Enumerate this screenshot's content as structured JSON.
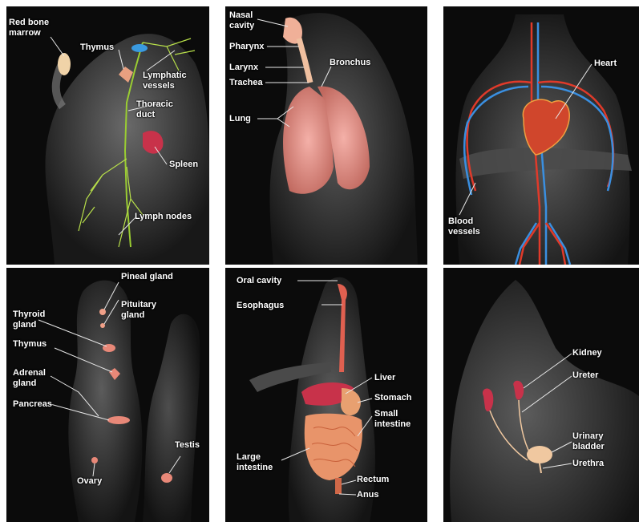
{
  "panels": {
    "lymphatic": {
      "labels": {
        "red_bone_marrow": "Red bone\nmarrow",
        "thymus": "Thymus",
        "lymphatic_vessels": "Lymphatic\nvessels",
        "thoracic_duct": "Thoracic\nduct",
        "spleen": "Spleen",
        "lymph_nodes": "Lymph nodes"
      }
    },
    "respiratory": {
      "labels": {
        "nasal_cavity": "Nasal\ncavity",
        "pharynx": "Pharynx",
        "larynx": "Larynx",
        "bronchus": "Bronchus",
        "trachea": "Trachea",
        "lung": "Lung"
      }
    },
    "cardiovascular": {
      "labels": {
        "heart": "Heart",
        "blood_vessels": "Blood\nvessels"
      }
    },
    "endocrine": {
      "labels": {
        "pineal_gland": "Pineal gland",
        "pituitary_gland": "Pituitary\ngland",
        "thyroid_gland": "Thyroid\ngland",
        "thymus": "Thymus",
        "adrenal_gland": "Adrenal\ngland",
        "pancreas": "Pancreas",
        "testis": "Testis",
        "ovary": "Ovary"
      }
    },
    "digestive": {
      "labels": {
        "oral_cavity": "Oral cavity",
        "esophagus": "Esophagus",
        "liver": "Liver",
        "stomach": "Stomach",
        "small_intestine": "Small\nintestine",
        "large_intestine": "Large\nintestine",
        "rectum": "Rectum",
        "anus": "Anus"
      }
    },
    "urinary": {
      "labels": {
        "kidney": "Kidney",
        "ureter": "Ureter",
        "urinary_bladder": "Urinary\nbladder",
        "urethra": "Urethra"
      }
    }
  },
  "colors": {
    "background": "#0b0b0b",
    "body": "#5a5a5a",
    "lymph": "#9acd32",
    "artery": "#e03a2a",
    "vein": "#3a8fe0",
    "organ_pink": "#e89a8a",
    "organ_red": "#c8324a"
  }
}
